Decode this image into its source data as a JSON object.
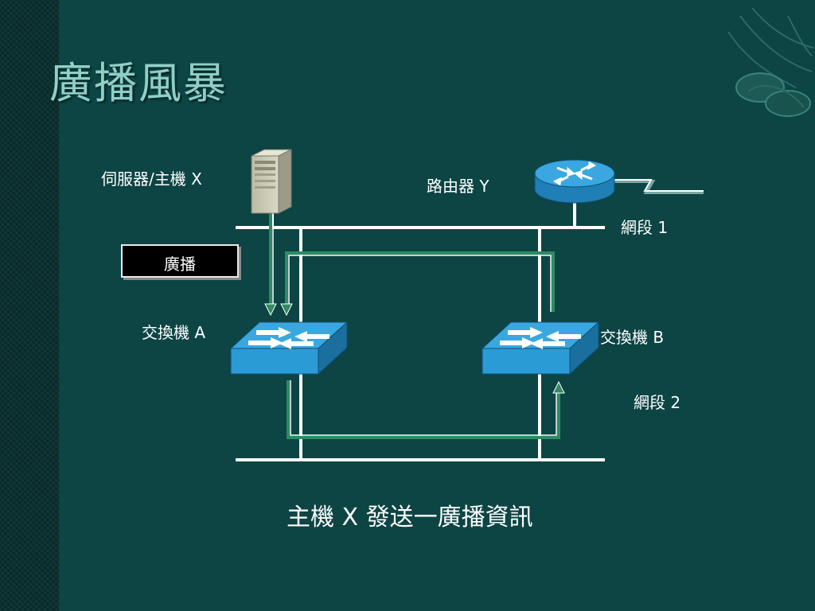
{
  "slide": {
    "title": "廣播風暴",
    "caption": "主機 X 發送一廣播資訊"
  },
  "diagram": {
    "server_label": "伺服器/主機 X",
    "router_label": "路由器 Y",
    "segment1_label": "網段 1",
    "segment2_label": "網段 2",
    "switch_a_label": "交換機 A",
    "switch_b_label": "交換機 B",
    "broadcast_label": "廣播"
  },
  "colors": {
    "background": "#0d4444",
    "title": "#8fcfc6",
    "wire": "#ffffff",
    "flow_arrow": "#2e8b63",
    "device_blue": "#2b9bd6"
  }
}
